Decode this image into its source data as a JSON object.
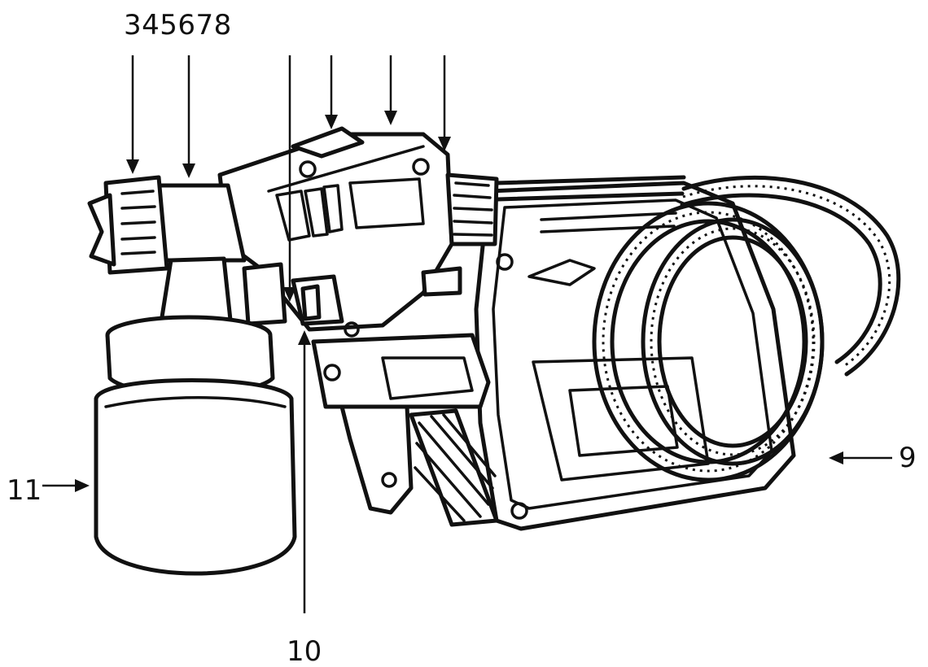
{
  "figure": {
    "label_top": "345678",
    "label_9": "9",
    "label_10": "10",
    "label_11": "11"
  },
  "colors": {
    "ink": "#111111",
    "paper": "#ffffff"
  },
  "parts": [
    "nozzle",
    "air-cap",
    "spray-gun-body",
    "trigger",
    "paint-container",
    "motor-housing",
    "air-hose"
  ]
}
